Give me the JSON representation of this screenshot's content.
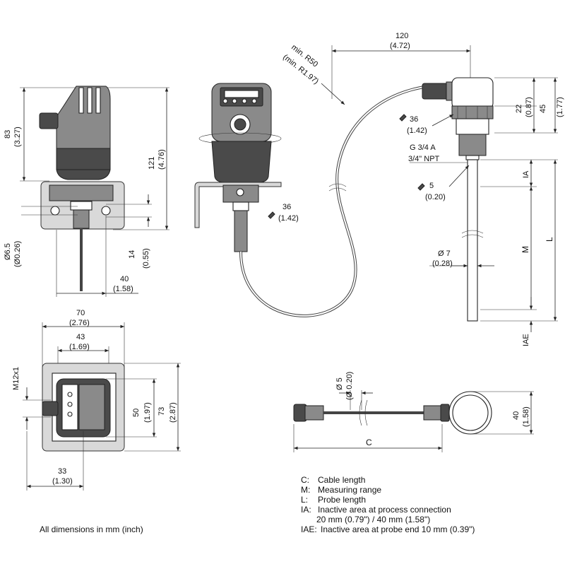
{
  "dimensions": {
    "d83": "83",
    "d83_in": "(3.27)",
    "d121": "121",
    "d121_in": "(4.76)",
    "d6_5": "Ø6.5",
    "d6_5_in": "(Ø0.26)",
    "d14": "14",
    "d14_in": "(0.55)",
    "d40a": "40",
    "d40a_in": "(1.58)",
    "wrench36a": "36",
    "wrench36a_in": "(1.42)",
    "minr": "min. R50",
    "minr_in": "(min. R1.97)",
    "d120": "120",
    "d120_in": "(4.72)",
    "wrench36b": "36",
    "wrench36b_in": "(1.42)",
    "d22": "22",
    "d22_in": "(0.87)",
    "d45": "45",
    "d45_in": "(1.77)",
    "thread1": "G 3/4 A",
    "thread2": "3/4\" NPT",
    "ia": "IA",
    "wrench5": "5",
    "wrench5_in": "(0.20)",
    "m": "M",
    "l": "L",
    "d7": "Ø 7",
    "d7_in": "(0.28)",
    "iae": "IAE",
    "d70": "70",
    "d70_in": "(2.76)",
    "d43": "43",
    "d43_in": "(1.69)",
    "m12": "M12x1",
    "d50": "50",
    "d50_in": "(1.97)",
    "d73": "73",
    "d73_in": "(2.87)",
    "d33": "33",
    "d33_in": "(1.30)",
    "d5": "Ø 5",
    "d5_in": "(Ø 0.20)",
    "c": "C",
    "d40b": "40",
    "d40b_in": "(1.58)"
  },
  "legend": [
    {
      "key": "C:",
      "text": "Cable length"
    },
    {
      "key": "M:",
      "text": "Measuring range"
    },
    {
      "key": "L:",
      "text": "Probe length"
    },
    {
      "key": "IA:",
      "text": "Inactive area at process connection"
    },
    {
      "key": "",
      "text": "20 mm (0.79\") / 40 mm (1.58\")"
    },
    {
      "key": "IAE:",
      "text": "Inactive area at probe end 10 mm (0.39\")"
    }
  ],
  "footnote": "All dimensions in mm (inch)"
}
